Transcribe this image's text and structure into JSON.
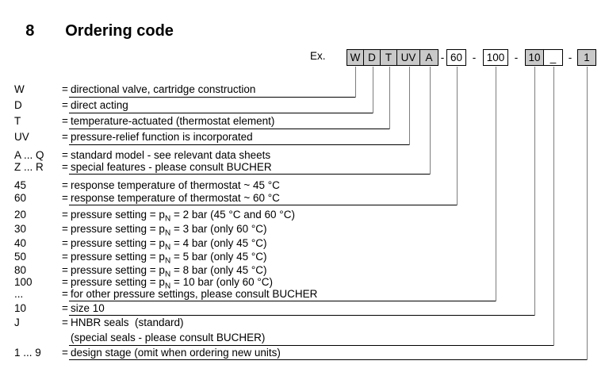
{
  "title": {
    "number": "8",
    "text": "Ordering code"
  },
  "example": {
    "label": "Ex.",
    "separator": "-",
    "boxes": [
      {
        "text": "W",
        "fill": "grey"
      },
      {
        "text": "D",
        "fill": "grey"
      },
      {
        "text": "T",
        "fill": "grey"
      },
      {
        "text": "UV",
        "fill": "grey"
      },
      {
        "text": "A",
        "fill": "grey"
      },
      {
        "text": "60",
        "fill": "white"
      },
      {
        "text": "100",
        "fill": "white"
      },
      {
        "text": "10",
        "fill": "grey"
      },
      {
        "text": "_",
        "fill": "white"
      },
      {
        "text": "1",
        "fill": "grey"
      }
    ]
  },
  "legend": {
    "equals": "=",
    "rows": [
      {
        "code": "W",
        "desc": "directional valve, cartridge construction",
        "box": 0
      },
      {
        "code": "D",
        "desc": "direct acting",
        "box": 1
      },
      {
        "code": "T",
        "desc": "temperature-actuated (thermostat element)",
        "box": 2
      },
      {
        "code": "UV",
        "desc": "pressure-relief function is incorporated",
        "box": 3
      },
      {
        "code": "A ... Q",
        "desc": "standard model - see relevant data sheets",
        "box": null
      },
      {
        "code": "Z ... R",
        "desc": "special features - please consult BUCHER",
        "box": 4
      },
      {
        "code": "45",
        "desc": "response temperature of thermostat ~ 45 °C",
        "box": null
      },
      {
        "code": "60",
        "desc": "response temperature of thermostat ~ 60 °C",
        "box": 5
      },
      {
        "code": "20",
        "desc": "pressure setting = p<sub>N</sub> = 2 bar (45 °C and 60 °C)",
        "box": null
      },
      {
        "code": "30",
        "desc": "pressure setting = p<sub>N</sub> = 3 bar (only 60 °C)",
        "box": null
      },
      {
        "code": "40",
        "desc": "pressure setting = p<sub>N</sub> = 4 bar (only 45 °C)",
        "box": null
      },
      {
        "code": "50",
        "desc": "pressure setting = p<sub>N</sub> = 5 bar (only 45 °C)",
        "box": null
      },
      {
        "code": "80",
        "desc": "pressure setting = p<sub>N</sub> = 8 bar (only 45 °C)",
        "box": null
      },
      {
        "code": "100",
        "desc": "pressure setting = p<sub>N</sub> = 10 bar (only 60 °C)",
        "box": null
      },
      {
        "code": "...",
        "desc": "for other pressure settings, please consult BUCHER",
        "box": 6
      },
      {
        "code": "10",
        "desc": "size 10",
        "box": 7
      },
      {
        "code": "J",
        "desc": "HNBR seals  (standard)",
        "box": null
      },
      {
        "code": "",
        "desc": "(special seals - please consult BUCHER)",
        "box": 8
      },
      {
        "code": "1 ... 9",
        "desc": "design stage (omit when ordering new units)",
        "box": 9
      }
    ]
  },
  "colors": {
    "box_grey": "#c9c9c9",
    "box_white": "#ffffff",
    "line_black": "#000000",
    "connector_grey": "#7d7d7d"
  }
}
